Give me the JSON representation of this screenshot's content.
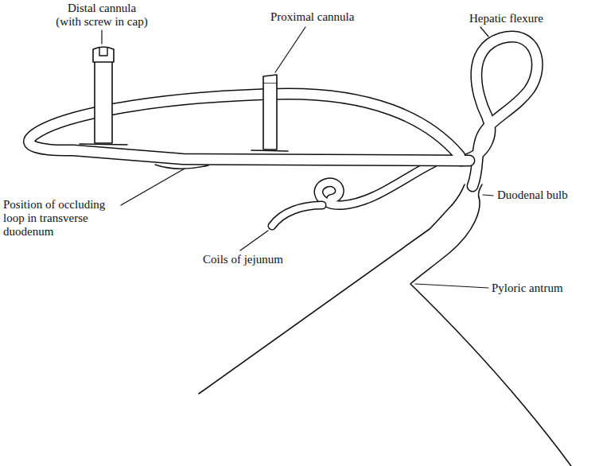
{
  "diagram": {
    "labels": [
      "Distal cannula (with screw in cap)",
      "Proximal cannula",
      "Hepatic flexure",
      "Position of occluding loop in transverse duodenum",
      "Coils of jejunum",
      "Duodenal bulb",
      "Pyloric antrum"
    ]
  }
}
